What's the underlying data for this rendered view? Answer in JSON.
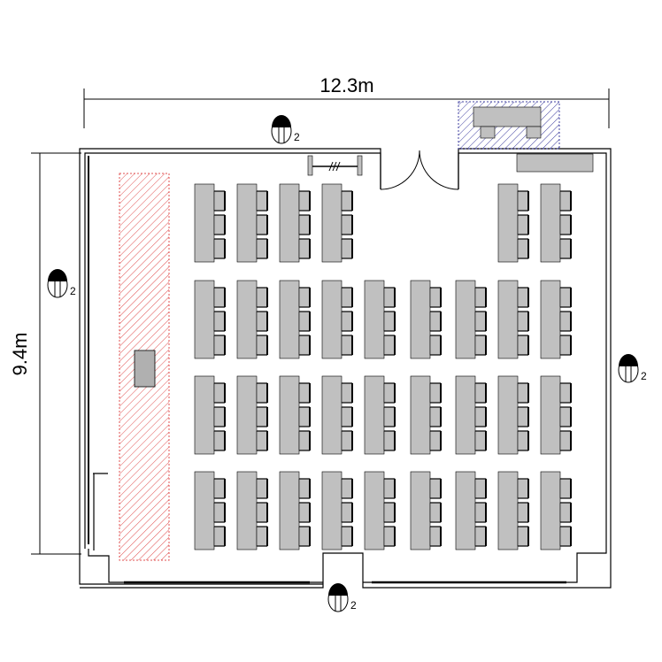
{
  "dimensions": {
    "width_label": "12.3m",
    "height_label": "9.4m"
  },
  "markers": [
    {
      "id": "north",
      "label": "2"
    },
    {
      "id": "west",
      "label": "2"
    },
    {
      "id": "east",
      "label": "2"
    },
    {
      "id": "south",
      "label": "2"
    }
  ],
  "seating": {
    "chairs_per_desk": 3,
    "rows": [
      {
        "desks": [
          1,
          1,
          1,
          1,
          0,
          0,
          0,
          1,
          1
        ]
      },
      {
        "desks": [
          1,
          1,
          1,
          1,
          1,
          1,
          1,
          1,
          1
        ]
      },
      {
        "desks": [
          1,
          1,
          1,
          1,
          1,
          1,
          1,
          1,
          1
        ]
      },
      {
        "desks": [
          1,
          1,
          1,
          1,
          1,
          1,
          1,
          1,
          1
        ]
      }
    ]
  },
  "colors": {
    "desk": "#c0c0c0",
    "stage_hatch": "#e05050",
    "reception_hatch": "#4040a0",
    "wall": "#000000"
  }
}
